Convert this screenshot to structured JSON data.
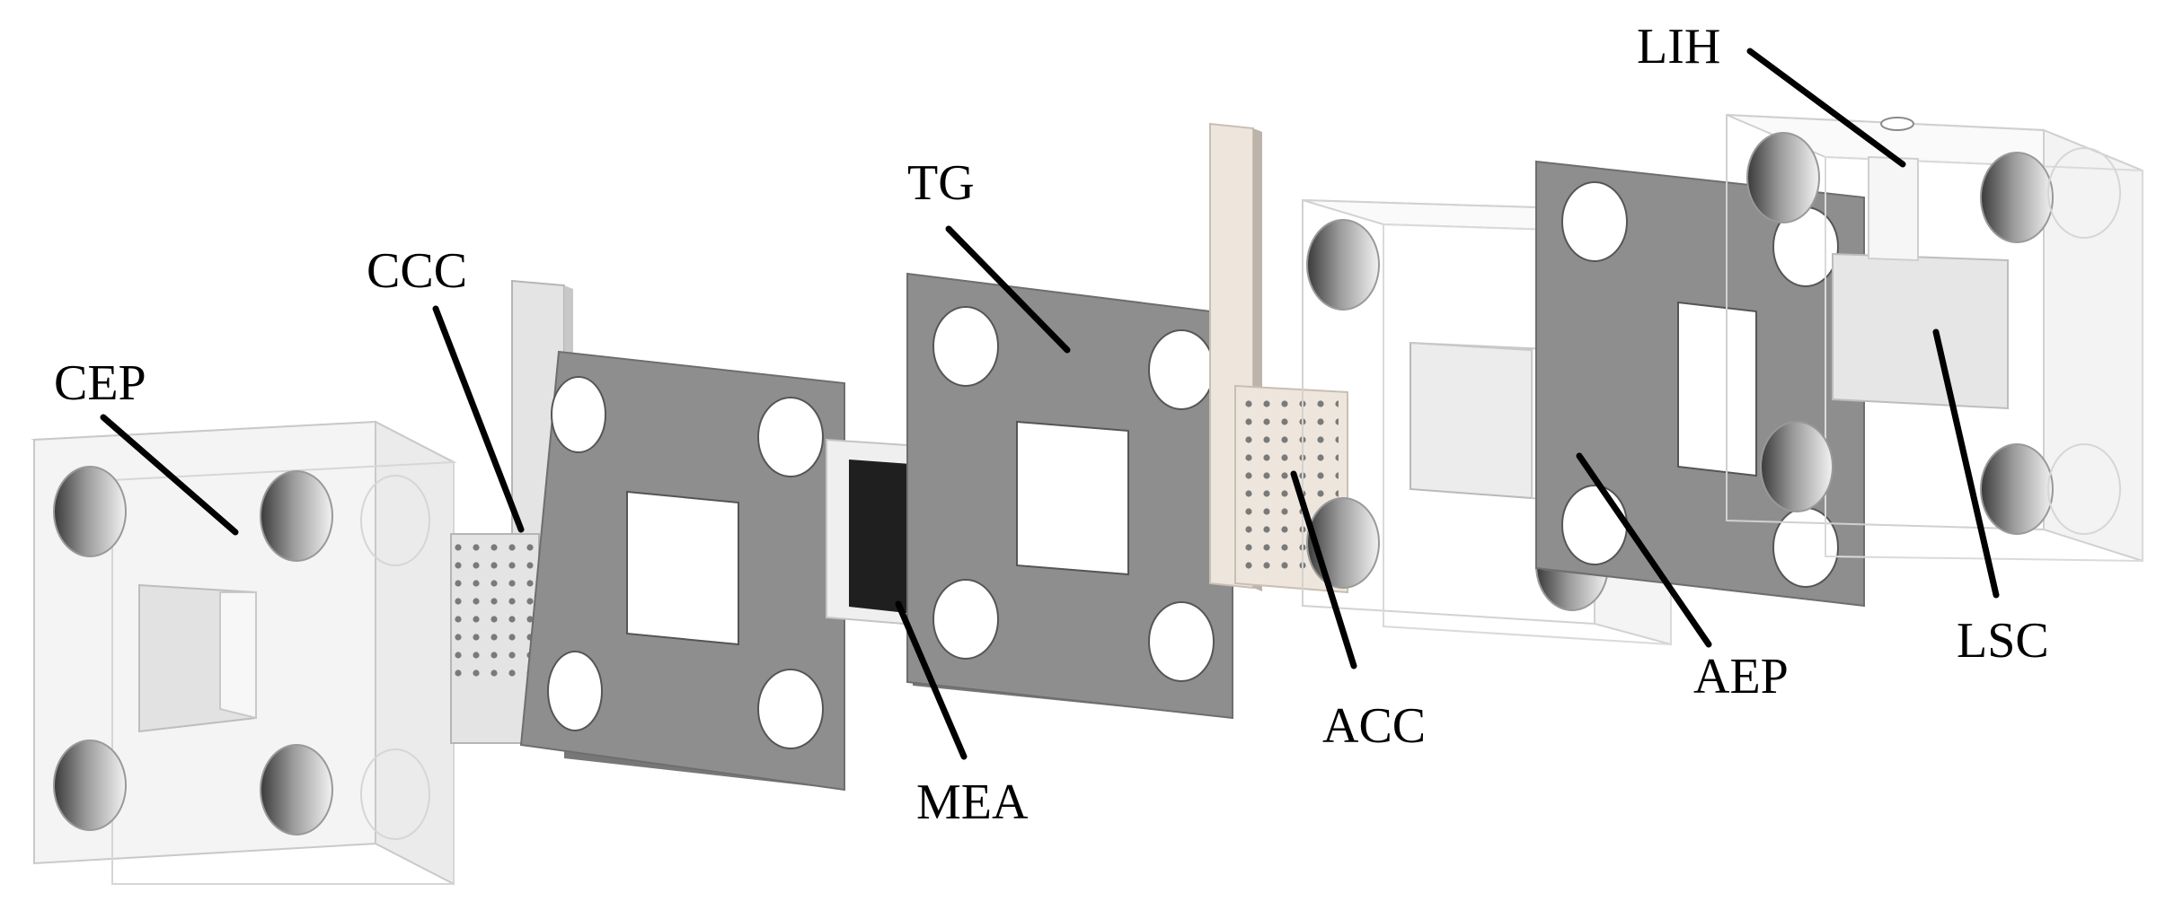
{
  "labels": {
    "cep": "CEP",
    "ccc": "CCC",
    "tg": "TG",
    "mea": "MEA",
    "acc": "ACC",
    "aep": "AEP",
    "lih": "LIH",
    "lsc": "LSC"
  },
  "colors": {
    "gasket": "#8e8e8e",
    "mea_membrane": "#1f1f1f",
    "current_collector_cathode": "#e4e4e4",
    "current_collector_anode": "#eee6dc",
    "acrylic_block": "#f4f4f4"
  }
}
